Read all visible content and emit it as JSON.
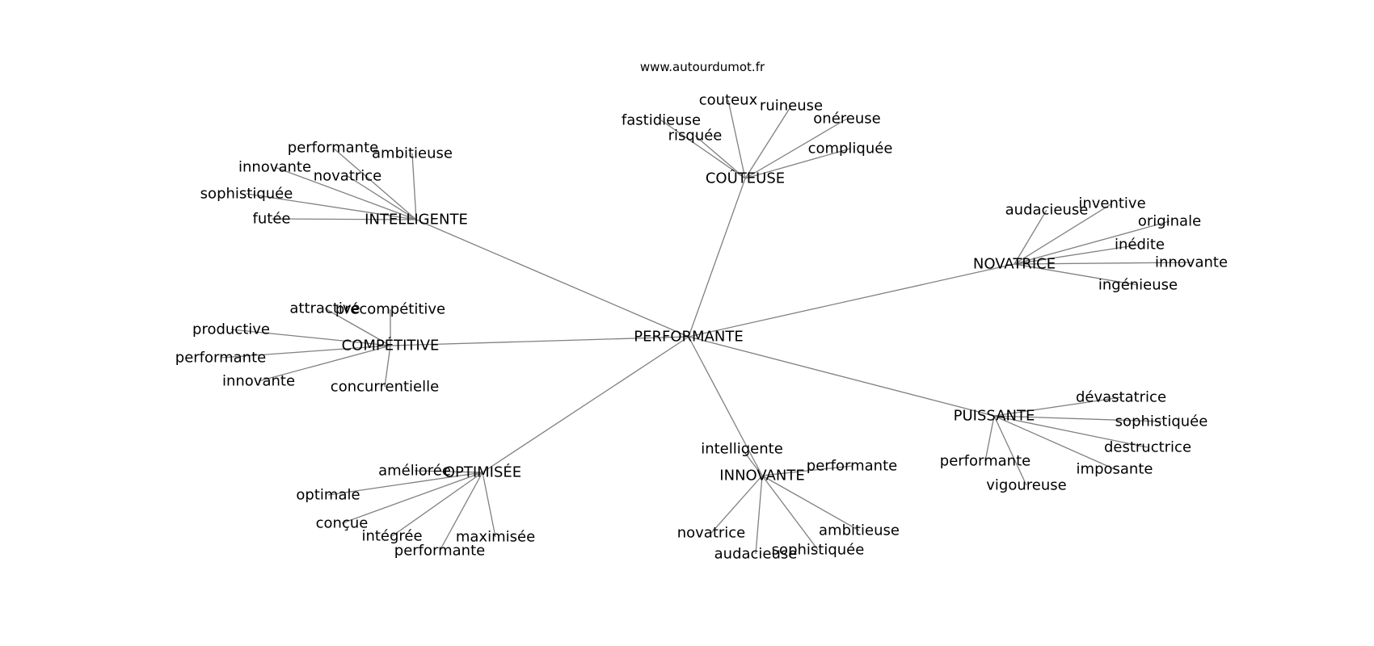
{
  "source": "www.autourdumot.fr",
  "center": "PERFORMANTE",
  "groups": [
    {
      "label": "INTELLIGENTE",
      "leaves": [
        "performante",
        "ambitieuse",
        "innovante",
        "novatrice",
        "sophistiquée",
        "futée"
      ]
    },
    {
      "label": "COÛTEUSE",
      "leaves": [
        "couteux",
        "ruineuse",
        "fastidieuse",
        "onéreuse",
        "risquée",
        "compliquée"
      ]
    },
    {
      "label": "NOVATRICE",
      "leaves": [
        "inventive",
        "audacieuse",
        "originale",
        "inédite",
        "innovante",
        "ingénieuse"
      ]
    },
    {
      "label": "COMPÉTITIVE",
      "leaves": [
        "attractive",
        "précompétitive",
        "productive",
        "performante",
        "innovante",
        "concurrentielle"
      ]
    },
    {
      "label": "PUISSANTE",
      "leaves": [
        "dévastatrice",
        "sophistiquée",
        "destructrice",
        "performante",
        "imposante",
        "vigoureuse"
      ]
    },
    {
      "label": "OPTIMISÉE",
      "leaves": [
        "améliorée",
        "optimale",
        "conçue",
        "intégrée",
        "maximisée",
        "performante"
      ]
    },
    {
      "label": "INNOVANTE",
      "leaves": [
        "intelligente",
        "performante",
        "ambitieuse",
        "novatrice",
        "sophistiquée",
        "audacieuse"
      ]
    }
  ]
}
